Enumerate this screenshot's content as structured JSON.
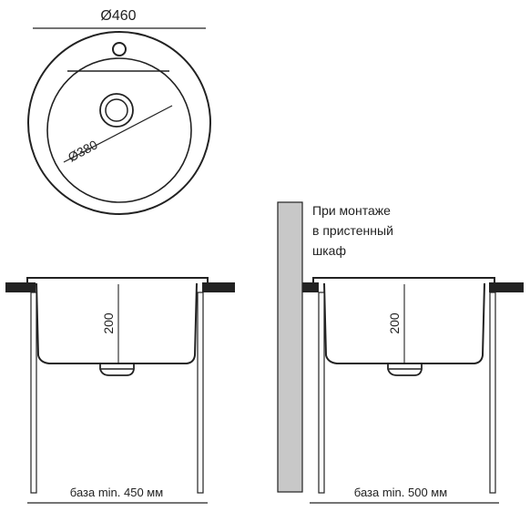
{
  "top_view": {
    "outer_diameter": "Ø460",
    "inner_diameter": "Ø380"
  },
  "left_section": {
    "depth": "200",
    "base_label": "база min. 450 мм"
  },
  "right_section": {
    "depth": "200",
    "base_label": "база min. 500 мм",
    "note_lines": [
      "При монтаже",
      "в пристенный",
      "шкаф"
    ]
  }
}
